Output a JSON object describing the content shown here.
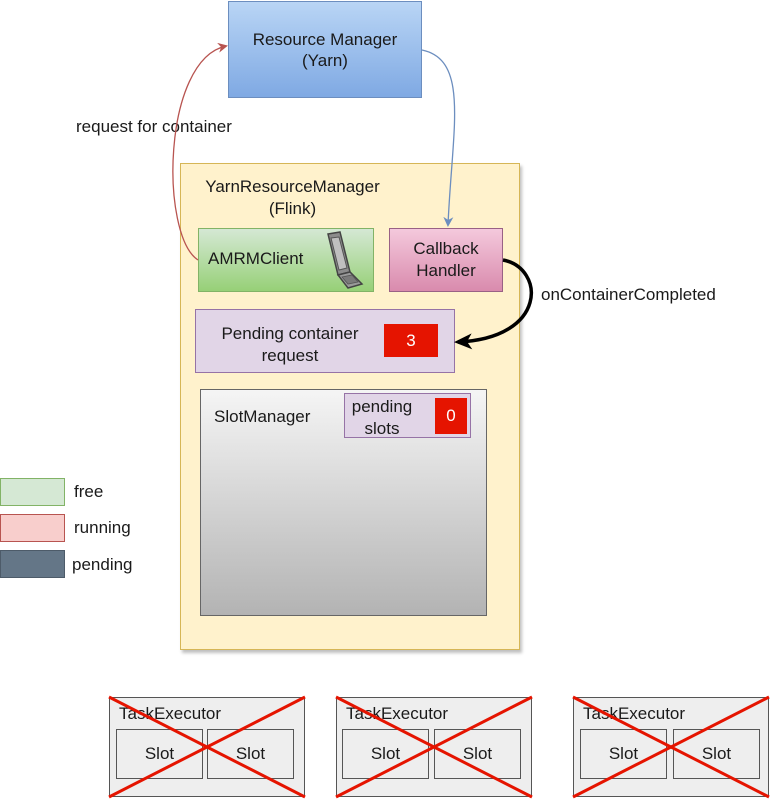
{
  "resource_manager": {
    "line1": "Resource Manager",
    "line2": "(Yarn)"
  },
  "request_label": "request for container",
  "yarn_resource_manager": {
    "line1": "YarnResourceManager",
    "line2": "(Flink)"
  },
  "amrm_client": {
    "label": "AMRMClient",
    "icon": "laptop-icon"
  },
  "callback_handler": {
    "line1": "Callback",
    "line2": "Handler"
  },
  "on_container_completed_label": "onContainerCompleted",
  "pending_container_request": {
    "line1": "Pending container",
    "line2": "request",
    "count": "3"
  },
  "slot_manager": {
    "label": "SlotManager",
    "pending_slots": {
      "line1": "pending",
      "line2": "slots",
      "count": "0"
    }
  },
  "legend": [
    {
      "label": "free",
      "color": "#d5e8d4"
    },
    {
      "label": "running",
      "color": "#f8cecc"
    },
    {
      "label": "pending",
      "color": "#647687"
    }
  ],
  "task_executors": [
    {
      "label": "TaskExecutor",
      "slots": [
        "Slot",
        "Slot"
      ],
      "crossed_out": true
    },
    {
      "label": "TaskExecutor",
      "slots": [
        "Slot",
        "Slot"
      ],
      "crossed_out": true
    },
    {
      "label": "TaskExecutor",
      "slots": [
        "Slot",
        "Slot"
      ],
      "crossed_out": true
    }
  ],
  "colors": {
    "request_arrow": "#b85450",
    "callback_arrow": "#6c8ebf",
    "cross": "#e51400",
    "count_badge": "#e51400"
  }
}
